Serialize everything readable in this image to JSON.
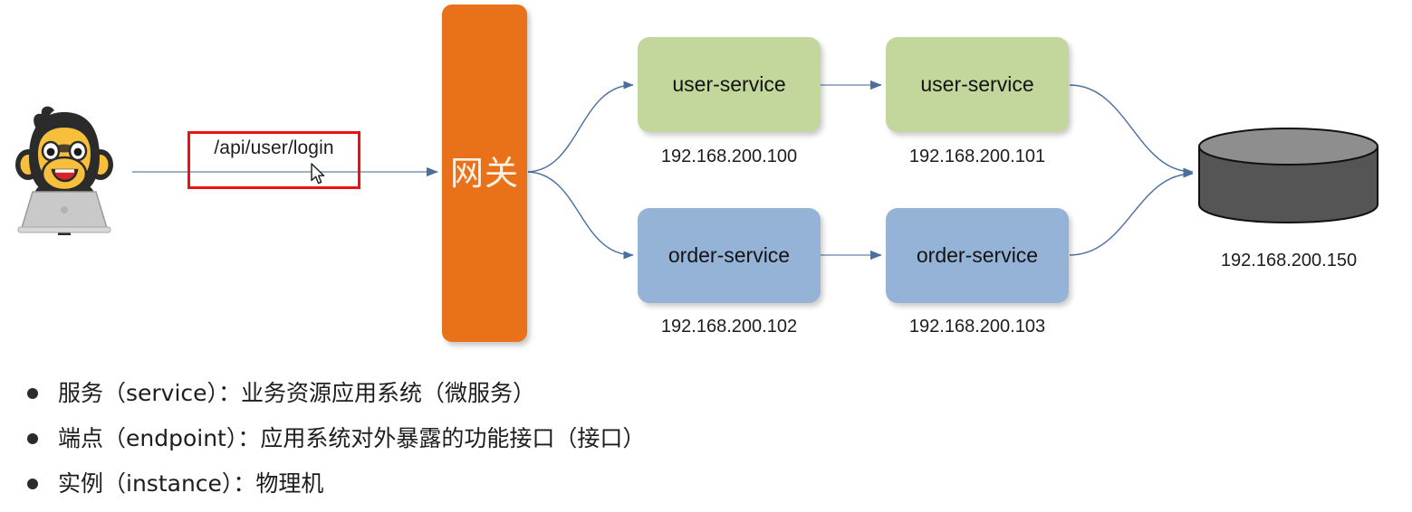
{
  "diagram": {
    "client": {
      "icon_name": "monkey-with-laptop-avatar",
      "alt": "cartoon monkey using a laptop"
    },
    "endpoint": {
      "path": "/api/user/login",
      "highlight_color": "#ee1111"
    },
    "gateway": {
      "label": "网关",
      "color": "#e8711a",
      "text_color": "#fdf1e3"
    },
    "nodes": [
      {
        "id": "user-1",
        "label": "user-service",
        "ip": "192.168.200.100",
        "color": "#c3d69b",
        "row": "user"
      },
      {
        "id": "user-2",
        "label": "user-service",
        "ip": "192.168.200.101",
        "color": "#c3d69b",
        "row": "user"
      },
      {
        "id": "order-1",
        "label": "order-service",
        "ip": "192.168.200.102",
        "color": "#95b3d7",
        "row": "order"
      },
      {
        "id": "order-2",
        "label": "order-service",
        "ip": "192.168.200.103",
        "color": "#95b3d7",
        "row": "order"
      }
    ],
    "database": {
      "icon_name": "database-cylinder",
      "ip": "192.168.200.150",
      "color": "#555555",
      "top_color": "#8e8e8e"
    },
    "connector_color": "#4a6f9e"
  },
  "legend": {
    "items": [
      {
        "text": "服务（service）：业务资源应用系统（微服务）"
      },
      {
        "text": "端点（endpoint）：应用系统对外暴露的功能接口（接口）"
      },
      {
        "text": "实例（instance）：物理机"
      }
    ]
  }
}
